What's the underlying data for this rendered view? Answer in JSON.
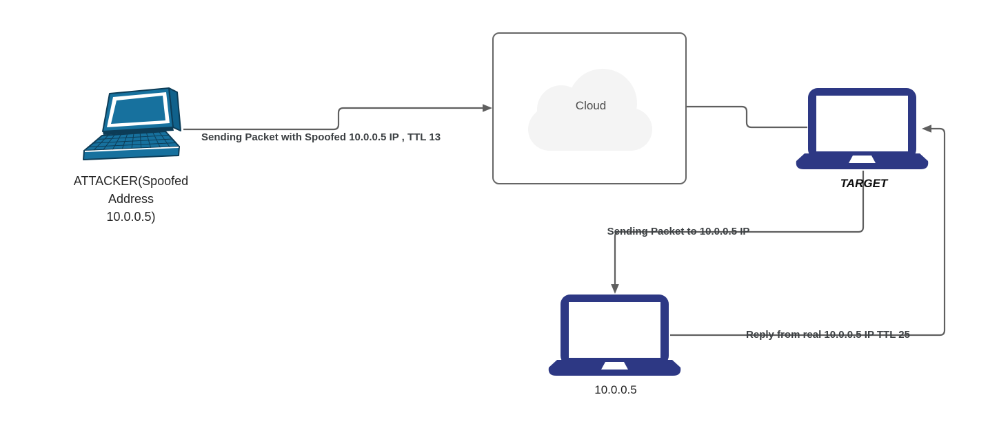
{
  "diagram": {
    "nodes": {
      "attacker": {
        "label_lines": [
          "ATTACKER(Spoofed",
          "Address",
          "10.0.0.5)"
        ],
        "laptop_color": "#17719E",
        "laptop_outline": "#0C3C57"
      },
      "cloud": {
        "label": "Cloud",
        "box_border_color": "#666666",
        "cloud_fill": "#F4F4F4"
      },
      "target": {
        "label": "TARGET",
        "laptop_color": "#2D3884"
      },
      "real_host": {
        "label": "10.0.0.5",
        "laptop_color": "#2D3884"
      }
    },
    "edges": {
      "color": "#5F5F5F",
      "attacker_to_cloud": {
        "label": "Sending Packet with Spoofed 10.0.0.5 IP , TTL 13"
      },
      "cloud_to_target": {
        "label": ""
      },
      "target_to_host": {
        "label": "Sending Packet to 10.0.0.5 IP"
      },
      "host_to_target": {
        "label": "Reply from real 10.0.0.5 IP TTL 25"
      }
    }
  }
}
